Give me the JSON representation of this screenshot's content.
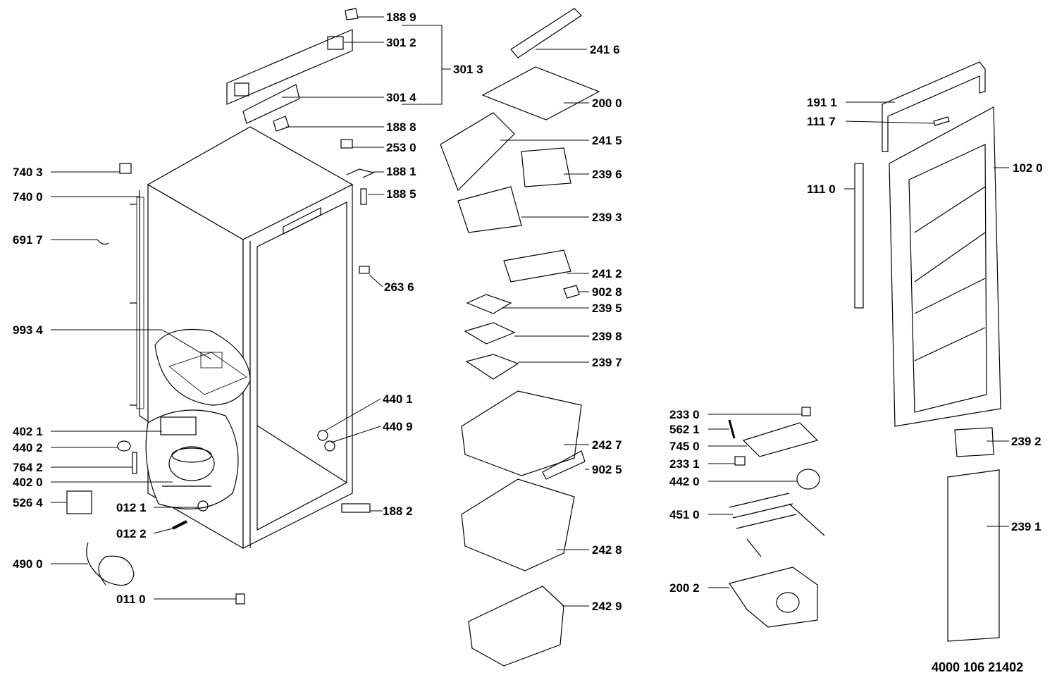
{
  "labels": [
    {
      "id": "l1889",
      "text": "188 9"
    },
    {
      "id": "l3012",
      "text": "301 2"
    },
    {
      "id": "l3013",
      "text": "301 3"
    },
    {
      "id": "l3014",
      "text": "301 4"
    },
    {
      "id": "l1888",
      "text": "188 8"
    },
    {
      "id": "l2530",
      "text": "253 0"
    },
    {
      "id": "l1881",
      "text": "188 1"
    },
    {
      "id": "l1885",
      "text": "188 5"
    },
    {
      "id": "l2636",
      "text": "263 6"
    },
    {
      "id": "l7403",
      "text": "740 3"
    },
    {
      "id": "l7400",
      "text": "740 0"
    },
    {
      "id": "l6917",
      "text": "691 7"
    },
    {
      "id": "l9934",
      "text": "993 4"
    },
    {
      "id": "l4021",
      "text": "402 1"
    },
    {
      "id": "l4402",
      "text": "440 2"
    },
    {
      "id": "l7642",
      "text": "764 2"
    },
    {
      "id": "l4020",
      "text": "402 0"
    },
    {
      "id": "l5264",
      "text": "526 4"
    },
    {
      "id": "l0121",
      "text": "012 1"
    },
    {
      "id": "l0122",
      "text": "012 2"
    },
    {
      "id": "l4900",
      "text": "490 0"
    },
    {
      "id": "l0110",
      "text": "011 0"
    },
    {
      "id": "l4401",
      "text": "440 1"
    },
    {
      "id": "l4409",
      "text": "440 9"
    },
    {
      "id": "l1882",
      "text": "188 2"
    },
    {
      "id": "l2416",
      "text": "241 6"
    },
    {
      "id": "l2000",
      "text": "200 0"
    },
    {
      "id": "l2415",
      "text": "241 5"
    },
    {
      "id": "l2396",
      "text": "239 6"
    },
    {
      "id": "l2393",
      "text": "239 3"
    },
    {
      "id": "l2412",
      "text": "241 2"
    },
    {
      "id": "l9028",
      "text": "902 8"
    },
    {
      "id": "l2395",
      "text": "239 5"
    },
    {
      "id": "l2398",
      "text": "239 8"
    },
    {
      "id": "l2397",
      "text": "239 7"
    },
    {
      "id": "l2427",
      "text": "242 7"
    },
    {
      "id": "l9025",
      "text": "902 5"
    },
    {
      "id": "l2428",
      "text": "242 8"
    },
    {
      "id": "l2429",
      "text": "242 9"
    },
    {
      "id": "l1911",
      "text": "191 1"
    },
    {
      "id": "l1117",
      "text": "111 7"
    },
    {
      "id": "l1020",
      "text": "102 0"
    },
    {
      "id": "l1110",
      "text": "111 0"
    },
    {
      "id": "l2330",
      "text": "233 0"
    },
    {
      "id": "l5621",
      "text": "562 1"
    },
    {
      "id": "l7450",
      "text": "745 0"
    },
    {
      "id": "l2331",
      "text": "233 1"
    },
    {
      "id": "l4420",
      "text": "442 0"
    },
    {
      "id": "l4510",
      "text": "451 0"
    },
    {
      "id": "l2002",
      "text": "200 2"
    },
    {
      "id": "l2392",
      "text": "239 2"
    },
    {
      "id": "l2391",
      "text": "239 1"
    }
  ],
  "document_number": "4000 106 21402"
}
